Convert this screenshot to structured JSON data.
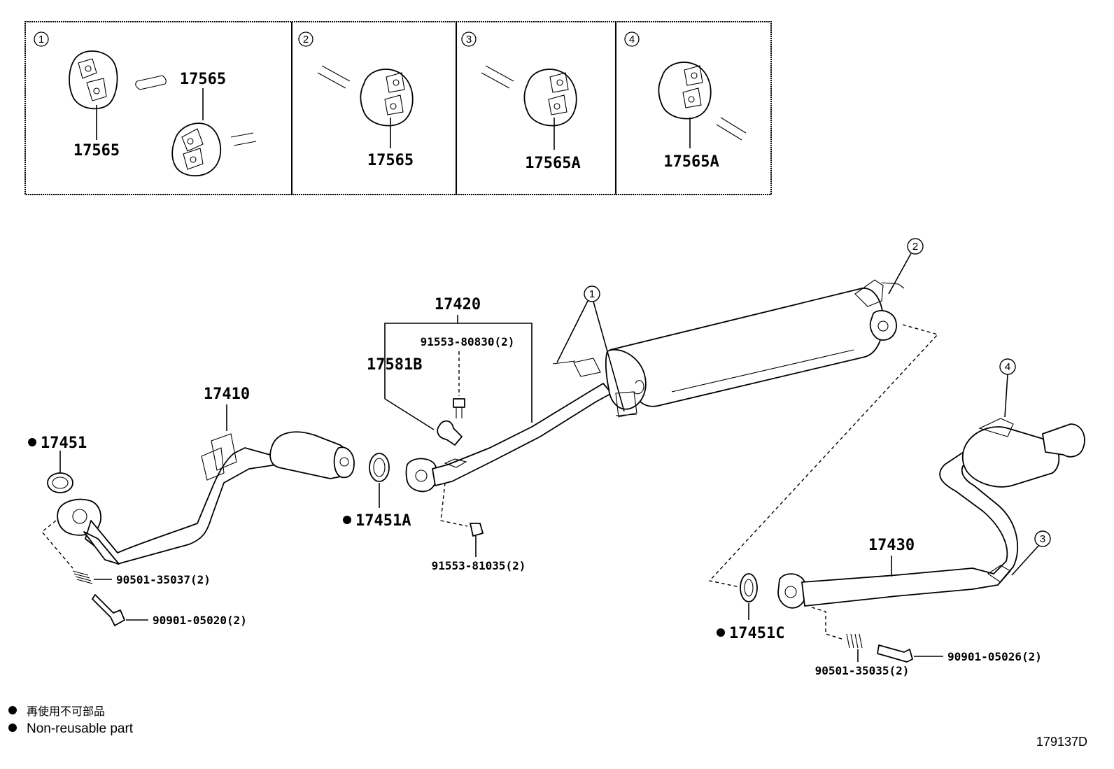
{
  "detail_boxes": [
    {
      "num": "1",
      "parts": [
        "17565",
        "17565"
      ]
    },
    {
      "num": "2",
      "parts": [
        "17565"
      ]
    },
    {
      "num": "3",
      "parts": [
        "17565A"
      ]
    },
    {
      "num": "4",
      "parts": [
        "17565A"
      ]
    }
  ],
  "parts": {
    "p17410": "17410",
    "p17451": "17451",
    "p17451A": "17451A",
    "p17451C": "17451C",
    "p17420": "17420",
    "p17581B": "17581B",
    "p17430": "17430",
    "b91553_80830": "91553-80830(2)",
    "b91553_81035": "91553-81035(2)",
    "b90501_35037": "90501-35037(2)",
    "b90901_05020": "90901-05020(2)",
    "b90901_05026": "90901-05026(2)",
    "b90501_35035": "90501-35035(2)"
  },
  "callouts": {
    "c1": "1",
    "c2": "2",
    "c3": "3",
    "c4": "4"
  },
  "legend": {
    "line_jp": "再使用不可部品",
    "line_en": "Non-reusable part"
  },
  "diagram_id": "179137D"
}
